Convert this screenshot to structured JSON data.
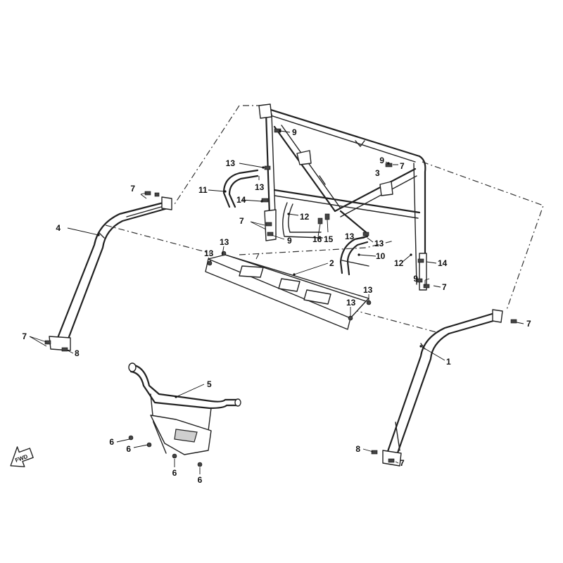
{
  "callouts": [
    {
      "id": "c1",
      "label": "1"
    },
    {
      "id": "c2",
      "label": "2"
    },
    {
      "id": "c3",
      "label": "3"
    },
    {
      "id": "c4",
      "label": "4"
    },
    {
      "id": "c5",
      "label": "5"
    },
    {
      "id": "c6a",
      "label": "6"
    },
    {
      "id": "c6b",
      "label": "6"
    },
    {
      "id": "c6c",
      "label": "6"
    },
    {
      "id": "c6d",
      "label": "6"
    },
    {
      "id": "c7a",
      "label": "7"
    },
    {
      "id": "c7b",
      "label": "7"
    },
    {
      "id": "c7c",
      "label": "7"
    },
    {
      "id": "c7d",
      "label": "7"
    },
    {
      "id": "c7e",
      "label": "7"
    },
    {
      "id": "c7f",
      "label": "7"
    },
    {
      "id": "c7g",
      "label": "7"
    },
    {
      "id": "c8a",
      "label": "8"
    },
    {
      "id": "c8b",
      "label": "8"
    },
    {
      "id": "c9a",
      "label": "9"
    },
    {
      "id": "c9b",
      "label": "9"
    },
    {
      "id": "c9c",
      "label": "9"
    },
    {
      "id": "c9d",
      "label": "9"
    },
    {
      "id": "c10",
      "label": "10"
    },
    {
      "id": "c11",
      "label": "11"
    },
    {
      "id": "c12a",
      "label": "12"
    },
    {
      "id": "c12b",
      "label": "12"
    },
    {
      "id": "c13a",
      "label": "13"
    },
    {
      "id": "c13b",
      "label": "13"
    },
    {
      "id": "c13c",
      "label": "13"
    },
    {
      "id": "c13d",
      "label": "13"
    },
    {
      "id": "c13e",
      "label": "13"
    },
    {
      "id": "c13f",
      "label": "13"
    },
    {
      "id": "c13g",
      "label": "13"
    },
    {
      "id": "c13h",
      "label": "13"
    },
    {
      "id": "c14a",
      "label": "14"
    },
    {
      "id": "c14b",
      "label": "14"
    },
    {
      "id": "c15",
      "label": "15"
    },
    {
      "id": "c16",
      "label": "16"
    }
  ],
  "direction_arrow": {
    "label": "FWD",
    "icon": "forward-arrow-icon"
  }
}
